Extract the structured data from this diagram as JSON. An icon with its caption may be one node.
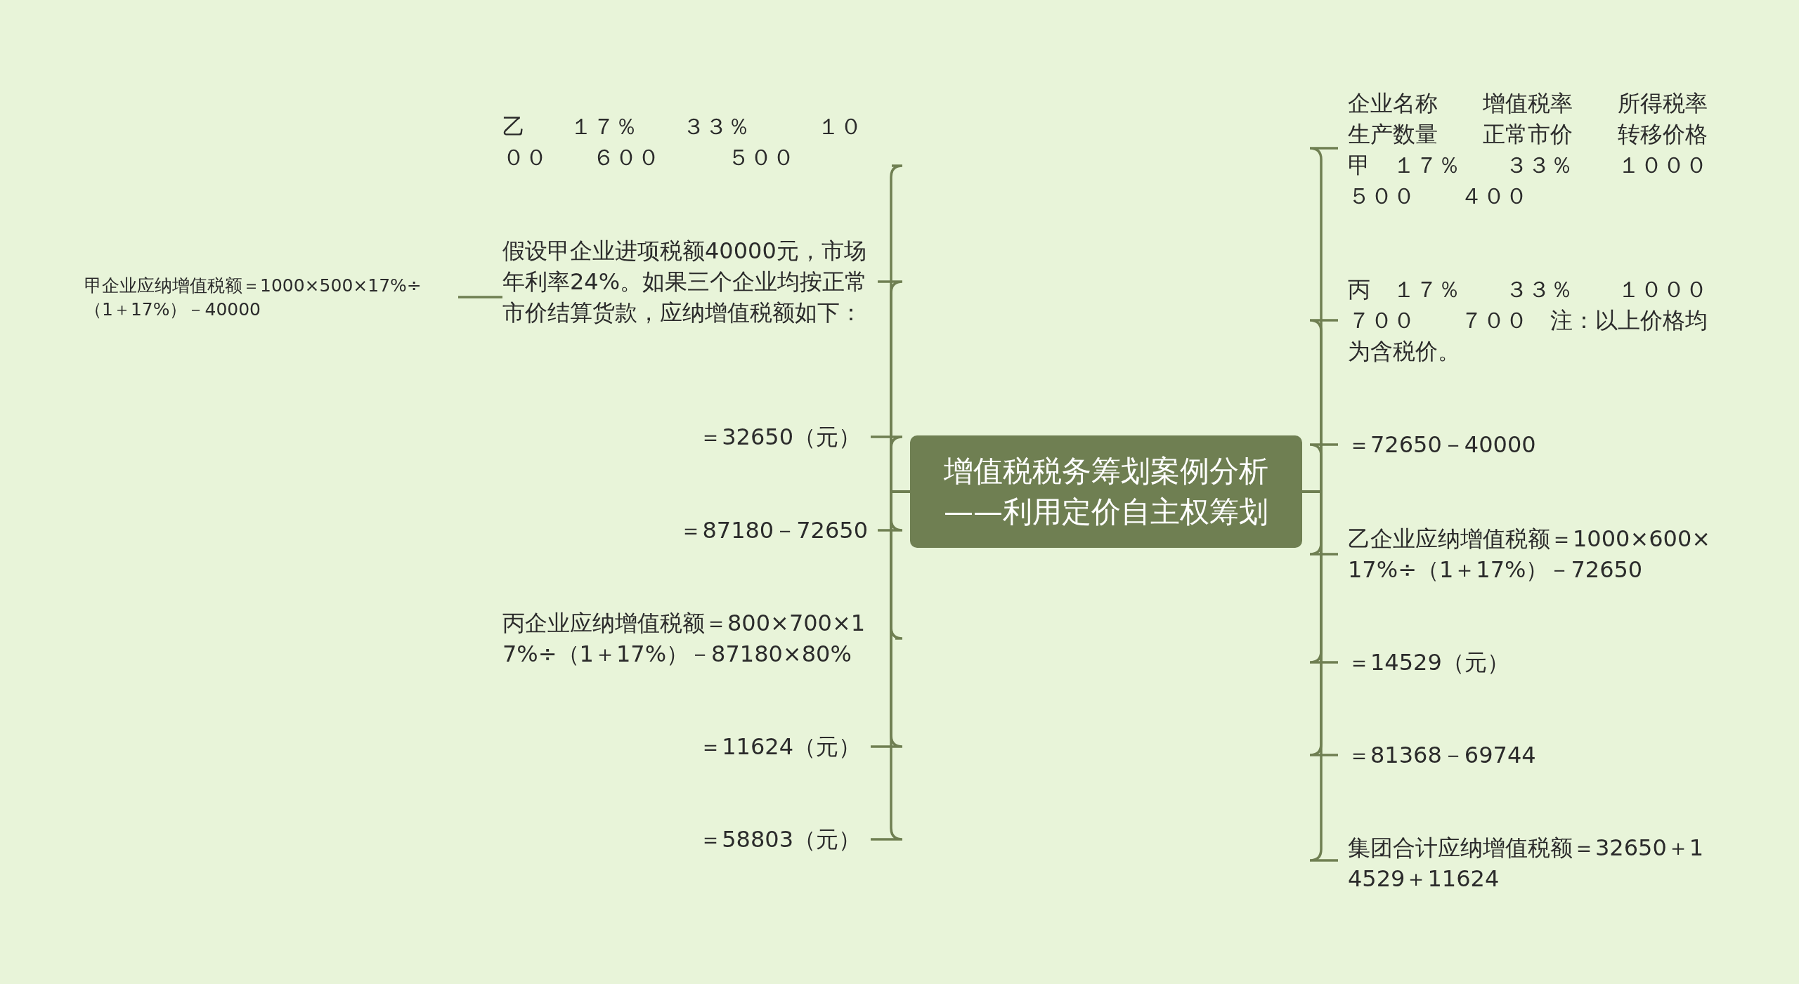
{
  "diagram": {
    "nodes": [
      {
        "text": [
          "增值税税务筹划案例分析——利用定价自主权筹划"
        ]
      },
      {
        "text": [
          "乙　　１７％　　３３％　　　１０００　　６００　　　５００"
        ]
      },
      {
        "text": [
          "假设甲企业进项税额40000元，市场年利率24%。如果三个企业均按正常市价结算货款，应纳增值税额如下："
        ]
      },
      {
        "text": [
          "甲企业应纳增值税额＝1000×500×17%÷（1＋17%）－40000"
        ]
      },
      {
        "text": [
          "＝32650（元）"
        ]
      },
      {
        "text": [
          "＝87180－72650"
        ]
      },
      {
        "text": [
          "丙企业应纳增值税额＝800×700×17%÷（1＋17%）－87180×80%"
        ]
      },
      {
        "text": [
          "＝11624（元）"
        ]
      },
      {
        "text": [
          "＝58803（元）"
        ]
      },
      {
        "text": [
          "企业名称　　增值税率　　所得税率生产数量　　正常市价　　转移价格甲　１７％　　３３％　　１０００５００　　４００"
        ]
      },
      {
        "text": [
          "丙　１７％　　３３％　　１０００７００　　７００　注：以上价格均为含税价。"
        ]
      },
      {
        "text": [
          "＝72650－40000"
        ]
      },
      {
        "text": [
          "乙企业应纳增值税额＝1000×600×17%÷（1＋17%）－72650"
        ]
      },
      {
        "text": [
          "＝14529（元）"
        ]
      },
      {
        "text": [
          "＝81368－69744"
        ]
      },
      {
        "text": [
          "集团合计应纳增值税额＝32650＋14529＋11624"
        ]
      }
    ],
    "edges": [
      {
        "from": 0,
        "to": 1,
        "arrow": "none"
      },
      {
        "from": 0,
        "to": 2,
        "arrow": "none"
      },
      {
        "from": 2,
        "to": 3,
        "arrow": "none"
      },
      {
        "from": 0,
        "to": 4,
        "arrow": "none"
      },
      {
        "from": 0,
        "to": 5,
        "arrow": "none"
      },
      {
        "from": 0,
        "to": 6,
        "arrow": "none"
      },
      {
        "from": 0,
        "to": 7,
        "arrow": "none"
      },
      {
        "from": 0,
        "to": 8,
        "arrow": "none"
      },
      {
        "from": 0,
        "to": 9,
        "arrow": "none"
      },
      {
        "from": 0,
        "to": 10,
        "arrow": "none"
      },
      {
        "from": 0,
        "to": 11,
        "arrow": "none"
      },
      {
        "from": 0,
        "to": 12,
        "arrow": "none"
      },
      {
        "from": 0,
        "to": 13,
        "arrow": "none"
      },
      {
        "from": 0,
        "to": 14,
        "arrow": "none"
      },
      {
        "from": 0,
        "to": 15,
        "arrow": "none"
      }
    ]
  }
}
